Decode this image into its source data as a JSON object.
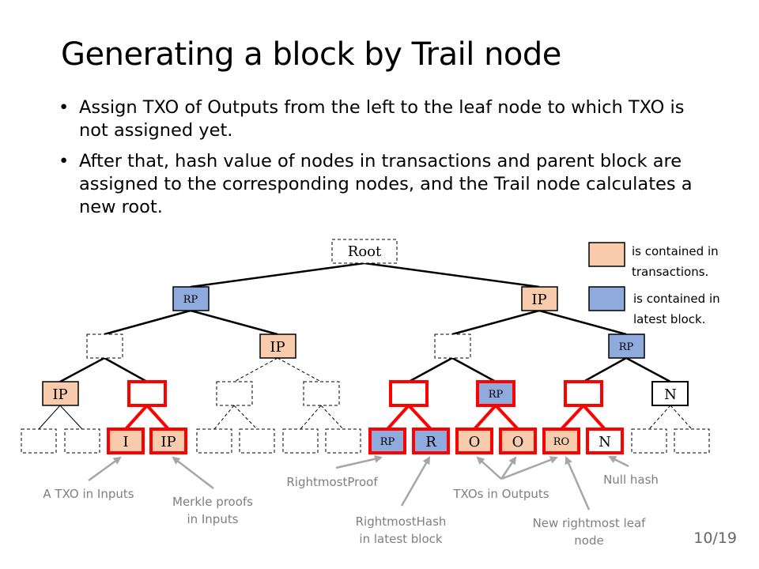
{
  "title": "Generating a block by Trail node",
  "bullets": [
    "Assign TXO of Outputs from the left to the leaf node to which TXO is not assigned yet.",
    "After that, hash value of nodes in transactions and parent block are assigned to the corresponding nodes, and the Trail node calculates a new root."
  ],
  "tree": {
    "root": "Root",
    "level1": [
      "RP",
      "IP"
    ],
    "level2": [
      "IP",
      "RP"
    ],
    "level3": [
      "IP",
      "RP",
      "N"
    ],
    "leaves": [
      "I",
      "IP",
      "RP",
      "R",
      "O",
      "O",
      "RO",
      "N"
    ]
  },
  "legend": {
    "transactions": [
      "is contained in",
      "transactions."
    ],
    "latest_block": [
      "is contained in",
      "latest block."
    ]
  },
  "annotations": {
    "txo_inputs": "A TXO in Inputs",
    "merkle_proofs": [
      "Merkle proofs",
      "in Inputs"
    ],
    "rightmost_proof": "RightmostProof",
    "rightmost_hash": [
      "RightmostHash",
      "in latest block"
    ],
    "txos_outputs": "TXOs in Outputs",
    "new_rightmost_leaf": [
      "New rightmost leaf",
      "node"
    ],
    "null_hash": "Null hash"
  },
  "colors": {
    "transactions_fill": "#f8cbad",
    "latest_block_fill": "#8faadc",
    "highlight_border": "#ff0000"
  },
  "page_number": "10/19"
}
